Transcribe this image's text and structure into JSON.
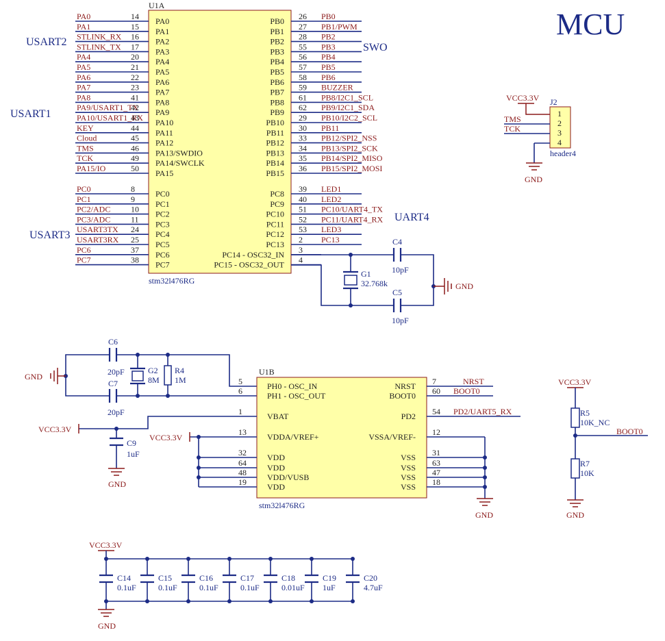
{
  "title": "MCU",
  "u1a": {
    "designator": "U1A",
    "part": "stm32l476RG",
    "left_pins": [
      {
        "net": "PA0",
        "num": "14",
        "pin": "PA0"
      },
      {
        "net": "PA1",
        "num": "15",
        "pin": "PA1"
      },
      {
        "net": "STLINK_RX",
        "num": "16",
        "pin": "PA2"
      },
      {
        "net": "STLINK_TX",
        "num": "17",
        "pin": "PA3"
      },
      {
        "net": "PA4",
        "num": "20",
        "pin": "PA4"
      },
      {
        "net": "PA5",
        "num": "21",
        "pin": "PA5"
      },
      {
        "net": "PA6",
        "num": "22",
        "pin": "PA6"
      },
      {
        "net": "PA7",
        "num": "23",
        "pin": "PA7"
      },
      {
        "net": "PA8",
        "num": "41",
        "pin": "PA8"
      },
      {
        "net": "PA9/USART1_TX",
        "num": "42",
        "pin": "PA9"
      },
      {
        "net": "PA10/USART1_RX",
        "num": "43",
        "pin": "PA10"
      },
      {
        "net": "KEY",
        "num": "44",
        "pin": "PA11"
      },
      {
        "net": "Cloud",
        "num": "45",
        "pin": "PA12"
      },
      {
        "net": "TMS",
        "num": "46",
        "pin": "PA13/SWDIO"
      },
      {
        "net": "TCK",
        "num": "49",
        "pin": "PA14/SWCLK"
      },
      {
        "net": "PA15/IO",
        "num": "50",
        "pin": "PA15"
      },
      {
        "net": "PC0",
        "num": "8",
        "pin": "PC0"
      },
      {
        "net": "PC1",
        "num": "9",
        "pin": "PC1"
      },
      {
        "net": "PC2/ADC",
        "num": "10",
        "pin": "PC2"
      },
      {
        "net": "PC3/ADC",
        "num": "11",
        "pin": "PC3"
      },
      {
        "net": "USART3TX",
        "num": "24",
        "pin": "PC4"
      },
      {
        "net": "USART3RX",
        "num": "25",
        "pin": "PC5"
      },
      {
        "net": "PC6",
        "num": "37",
        "pin": "PC6"
      },
      {
        "net": "PC7",
        "num": "38",
        "pin": "PC7"
      }
    ],
    "right_pins": [
      {
        "pin": "PB0",
        "num": "26",
        "net": "PB0"
      },
      {
        "pin": "PB1",
        "num": "27",
        "net": "PB1/PWM"
      },
      {
        "pin": "PB2",
        "num": "28",
        "net": "PB2"
      },
      {
        "pin": "PB3",
        "num": "55",
        "net": "PB3"
      },
      {
        "pin": "PB4",
        "num": "56",
        "net": "PB4"
      },
      {
        "pin": "PB5",
        "num": "57",
        "net": "PB5"
      },
      {
        "pin": "PB6",
        "num": "58",
        "net": "PB6"
      },
      {
        "pin": "PB7",
        "num": "59",
        "net": "BUZZER"
      },
      {
        "pin": "PB8",
        "num": "61",
        "net": "PB8/I2C1_SCL"
      },
      {
        "pin": "PB9",
        "num": "62",
        "net": "PB9/I2C1_SDA"
      },
      {
        "pin": "PB10",
        "num": "29",
        "net": "PB10/I2C2_SCL"
      },
      {
        "pin": "PB11",
        "num": "30",
        "net": "PB11"
      },
      {
        "pin": "PB12",
        "num": "33",
        "net": "PB12/SPI2_NSS"
      },
      {
        "pin": "PB13",
        "num": "34",
        "net": "PB13/SPI2_SCK"
      },
      {
        "pin": "PB14",
        "num": "35",
        "net": "PB14/SPI2_MISO"
      },
      {
        "pin": "PB15",
        "num": "36",
        "net": "PB15/SPI2_MOSI"
      },
      {
        "pin": "PC8",
        "num": "39",
        "net": "LED1"
      },
      {
        "pin": "PC9",
        "num": "40",
        "net": "LED2"
      },
      {
        "pin": "PC10",
        "num": "51",
        "net": "PC10/UART4_TX"
      },
      {
        "pin": "PC11",
        "num": "52",
        "net": "PC11/UART4_RX"
      },
      {
        "pin": "PC12",
        "num": "53",
        "net": "LED3"
      },
      {
        "pin": "PC13",
        "num": "2",
        "net": "PC13"
      },
      {
        "pin": "PC14 - OSC32_IN",
        "num": "3",
        "net": ""
      },
      {
        "pin": "PC15 - OSC32_OUT",
        "num": "4",
        "net": ""
      }
    ]
  },
  "group_labels": {
    "usart2": "USART2",
    "usart1": "USART1",
    "usart3": "USART3",
    "uart4": "UART4",
    "swo": "SWO"
  },
  "crystal32k": {
    "c4": "C4",
    "c4_val": "10pF",
    "c5": "C5",
    "c5_val": "10pF",
    "g1": "G1",
    "g1_val": "32.768k",
    "gnd": "GND"
  },
  "j2": {
    "designator": "J2",
    "part": "header4",
    "vcc": "VCC3.3V",
    "gnd": "GND",
    "pins": [
      "1",
      "2",
      "3",
      "4"
    ],
    "nets": [
      "TMS",
      "TCK"
    ]
  },
  "hse": {
    "c6": "C6",
    "c6_val": "20pF",
    "c7": "C7",
    "c7_val": "20pF",
    "g2": "G2",
    "g2_val": "8M",
    "r4": "R4",
    "r4_val": "1M",
    "gnd": "GND"
  },
  "u1b": {
    "designator": "U1B",
    "part": "stm32l476RG",
    "left_pins": [
      {
        "num": "5",
        "pin": "PH0 - OSC_IN"
      },
      {
        "num": "6",
        "pin": "PH1 - OSC_OUT"
      },
      {
        "num": "1",
        "pin": "VBAT"
      },
      {
        "num": "13",
        "pin": "VDDA/VREF+"
      },
      {
        "num": "32",
        "pin": "VDD"
      },
      {
        "num": "64",
        "pin": "VDD"
      },
      {
        "num": "48",
        "pin": "VDD/VUSB"
      },
      {
        "num": "19",
        "pin": "VDD"
      }
    ],
    "right_pins": [
      {
        "num": "7",
        "pin": "NRST",
        "net": "NRST"
      },
      {
        "num": "60",
        "pin": "BOOT0",
        "net": "BOOT0"
      },
      {
        "num": "54",
        "pin": "PD2",
        "net": "PD2/UART5_RX"
      },
      {
        "num": "12",
        "pin": "VSSA/VREF-",
        "net": ""
      },
      {
        "num": "31",
        "pin": "VSS",
        "net": ""
      },
      {
        "num": "63",
        "pin": "VSS",
        "net": ""
      },
      {
        "num": "47",
        "pin": "VSS",
        "net": ""
      },
      {
        "num": "18",
        "pin": "VSS",
        "net": ""
      }
    ],
    "vcc_vbat": "VCC3.3V",
    "vcc_vdda": "VCC3.3V",
    "c9": "C9",
    "c9_val": "1uF",
    "gnd_c9": "GND",
    "gnd_vss": "GND"
  },
  "boot": {
    "vcc": "VCC3.3V",
    "r5": "R5",
    "r5_val": "10K_NC",
    "r7": "R7",
    "r7_val": "10K",
    "net": "BOOT0",
    "gnd": "GND"
  },
  "decoupling": {
    "vcc": "VCC3.3V",
    "gnd": "GND",
    "caps": [
      {
        "ref": "C14",
        "val": "0.1uF"
      },
      {
        "ref": "C15",
        "val": "0.1uF"
      },
      {
        "ref": "C16",
        "val": "0.1uF"
      },
      {
        "ref": "C17",
        "val": "0.1uF"
      },
      {
        "ref": "C18",
        "val": "0.01uF"
      },
      {
        "ref": "C19",
        "val": "1uF"
      },
      {
        "ref": "C20",
        "val": "4.7uF"
      }
    ]
  }
}
